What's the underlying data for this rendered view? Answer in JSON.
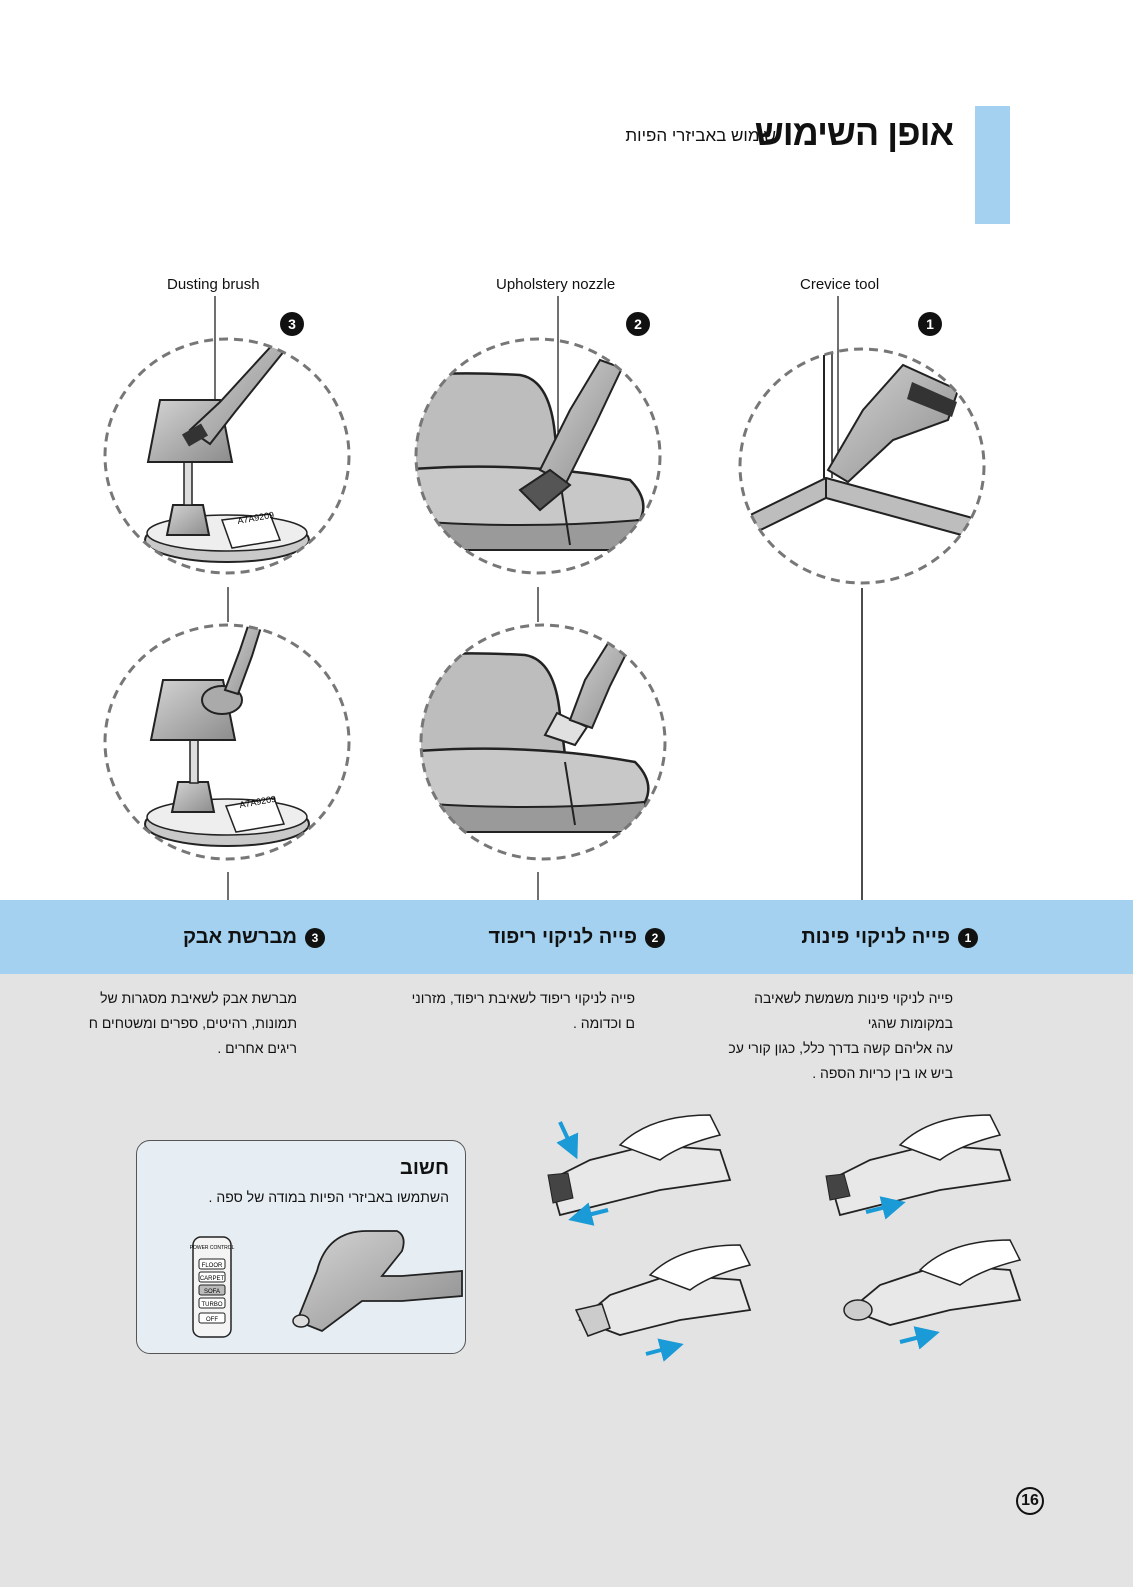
{
  "header": {
    "title": "אופן השימוש",
    "subtitle": "שימוש באביזרי הפיות"
  },
  "tools": [
    {
      "label": "Dusting brush",
      "badge": "3"
    },
    {
      "label": "Upholstery nozzle",
      "badge": "2"
    },
    {
      "label": "Crevice tool",
      "badge": "1"
    }
  ],
  "sections": [
    {
      "badge": "1",
      "heading": "פייה לניקוי פינות",
      "lines": [
        "פייה לניקוי פינות משמשת לשאיבה במקומות שהגי",
        "עה אליהם קשה בדרך כלל, כגון קורי עכ",
        "ביש או בין כריות הספה ."
      ]
    },
    {
      "badge": "2",
      "heading": "פייה לניקוי ריפוד",
      "lines": [
        "פייה לניקוי ריפוד לשאיבת ריפוד, מזרוני",
        "ם וכדומה ."
      ]
    },
    {
      "badge": "3",
      "heading": "מברשת אבק",
      "lines": [
        "מברשת אבק לשאיבת מסגרות של",
        "תמונות, רהיטים, ספרים ומשטחים ח",
        "ריגים אחרים ."
      ]
    }
  ],
  "note": {
    "title": "חשוב",
    "text": "השתמשו באביזרי הפיות במודה של ספה .",
    "panel_buttons": [
      "POWER CONTROL",
      "FLOOR",
      "CARPET",
      "SOFA",
      "TURBO",
      "OFF"
    ]
  },
  "paper_text": "A7A9209",
  "page_number": "16",
  "colors": {
    "accent": "#a3d1ef",
    "arrow": "#1a9ad6",
    "lower_bg": "#e3e3e3"
  }
}
